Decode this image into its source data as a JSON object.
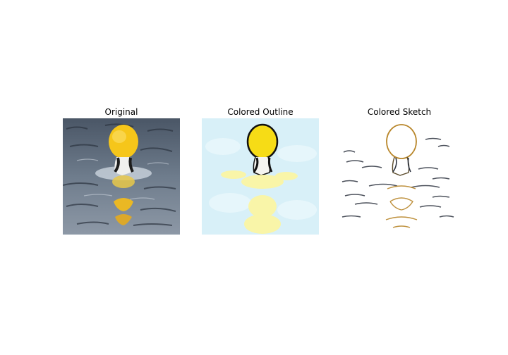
{
  "figure": {
    "panels": [
      {
        "title": "Original",
        "image": "duck-diving-with-yellow-frisbee-photo"
      },
      {
        "title": "Colored Outline",
        "image": "duck-frisbee-colored-outline-render"
      },
      {
        "title": "Colored Sketch",
        "image": "duck-frisbee-colored-sketch-render"
      }
    ]
  },
  "colors": {
    "frisbee_yellow": "#f6c61a",
    "water_gray": "#5c6a7a",
    "outline_background": "#d8f0f8",
    "sketch_line": "#2e3440",
    "sketch_accent": "#b8862a"
  }
}
